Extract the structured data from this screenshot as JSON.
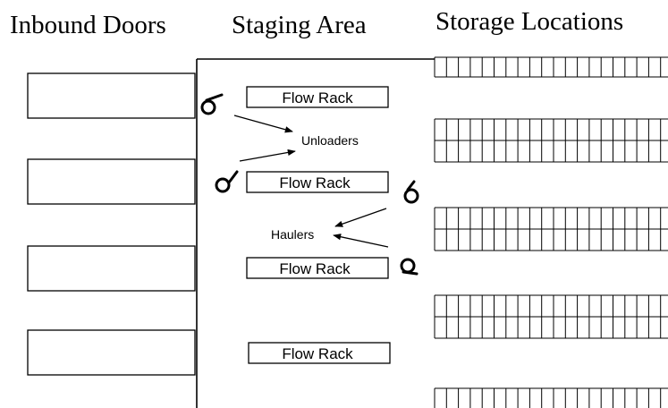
{
  "headings": {
    "inbound": "Inbound Doors",
    "staging": "Staging Area",
    "storage": "Storage Locations"
  },
  "racks": [
    "Flow Rack",
    "Flow Rack",
    "Flow Rack",
    "Flow Rack"
  ],
  "labels": {
    "unloaders": "Unloaders",
    "haulers": "Haulers"
  },
  "counts": {
    "inbound_doors": 4,
    "storage_racks": 5,
    "workers": 4
  },
  "icons": {
    "worker": "person-topview-icon",
    "door": "inbound-door-icon"
  }
}
